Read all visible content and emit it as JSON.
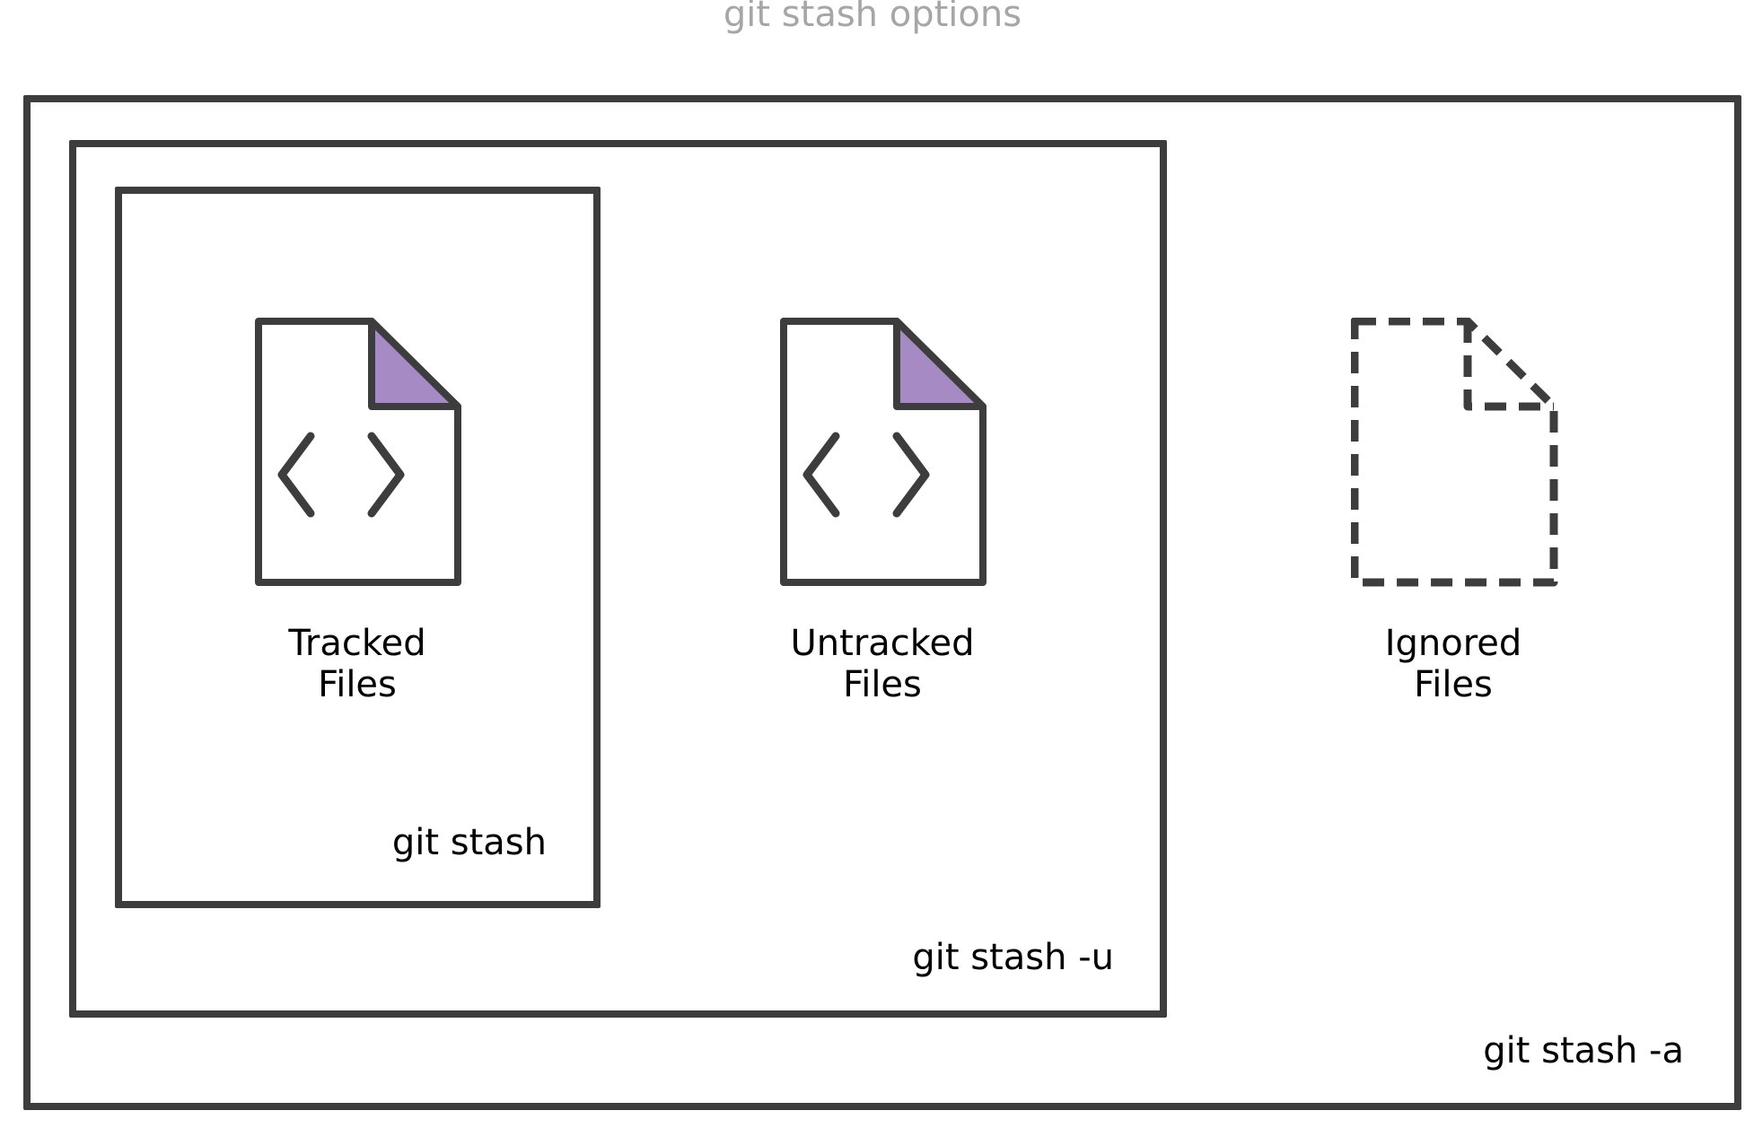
{
  "title": "git stash options",
  "colors": {
    "stroke": "#3d3d3d",
    "fold_fill": "#a58ac4",
    "title_text": "#a6a6a6",
    "text": "#000000"
  },
  "scopes": {
    "git_stash": {
      "label": "git stash"
    },
    "git_stash_u": {
      "label": "git stash -u"
    },
    "git_stash_a": {
      "label": "git stash -a"
    }
  },
  "files": {
    "tracked": {
      "line1": "Tracked",
      "line2": "Files",
      "icon": "code-file-icon"
    },
    "untracked": {
      "line1": "Untracked",
      "line2": "Files",
      "icon": "code-file-icon"
    },
    "ignored": {
      "line1": "Ignored",
      "line2": "Files",
      "icon": "dashed-file-icon"
    }
  }
}
